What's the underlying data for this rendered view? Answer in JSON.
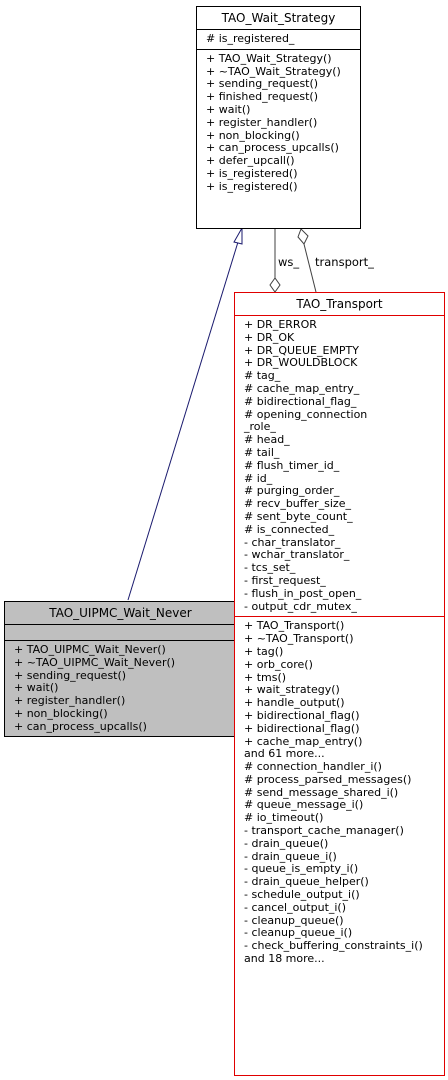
{
  "classes": {
    "wait_strategy": {
      "name": "TAO_Wait_Strategy",
      "attributes": [
        "# is_registered_"
      ],
      "methods": [
        "+ TAO_Wait_Strategy()",
        "+ ~TAO_Wait_Strategy()",
        "+ sending_request()",
        "+ finished_request()",
        "+ wait()",
        "+ register_handler()",
        "+ non_blocking()",
        "+ can_process_upcalls()",
        "+ defer_upcall()",
        "+ is_registered()",
        "+ is_registered()"
      ]
    },
    "uipmc_wait_never": {
      "name": "TAO_UIPMC_Wait_Never",
      "attributes": [],
      "methods": [
        "+ TAO_UIPMC_Wait_Never()",
        "+ ~TAO_UIPMC_Wait_Never()",
        "+ sending_request()",
        "+ wait()",
        "+ register_handler()",
        "+ non_blocking()",
        "+ can_process_upcalls()"
      ]
    },
    "transport": {
      "name": "TAO_Transport",
      "attributes": [
        "+ DR_ERROR",
        "+ DR_OK",
        "+ DR_QUEUE_EMPTY",
        "+ DR_WOULDBLOCK",
        "# tag_",
        "# cache_map_entry_",
        "# bidirectional_flag_",
        "# opening_connection",
        "_role_",
        "# head_",
        "# tail_",
        "# flush_timer_id_",
        "# id_",
        "# purging_order_",
        "# recv_buffer_size_",
        "# sent_byte_count_",
        "# is_connected_",
        "- char_translator_",
        "- wchar_translator_",
        "- tcs_set_",
        "- first_request_",
        "- flush_in_post_open_",
        "- output_cdr_mutex_"
      ],
      "methods": [
        "+ TAO_Transport()",
        "+ ~TAO_Transport()",
        "+ tag()",
        "+ orb_core()",
        "+ tms()",
        "+ wait_strategy()",
        "+ handle_output()",
        "+ bidirectional_flag()",
        "+ bidirectional_flag()",
        "+ cache_map_entry()",
        "and 61 more...",
        "# connection_handler_i()",
        "# process_parsed_messages()",
        "# send_message_shared_i()",
        "# queue_message_i()",
        "# io_timeout()",
        "- transport_cache_manager()",
        "- drain_queue()",
        "- drain_queue_i()",
        "- queue_is_empty_i()",
        "- drain_queue_helper()",
        "- schedule_output_i()",
        "- cancel_output_i()",
        "- cleanup_queue()",
        "- cleanup_queue_i()",
        "- check_buffering_constraints_i()",
        "and 18 more..."
      ]
    }
  },
  "edges": {
    "ws_label": "ws_",
    "transport_label": "transport_"
  },
  "colors": {
    "edge_line": "#1a1a6e",
    "transport_border": "#e00000",
    "selected_fill": "#bfbfbf"
  }
}
